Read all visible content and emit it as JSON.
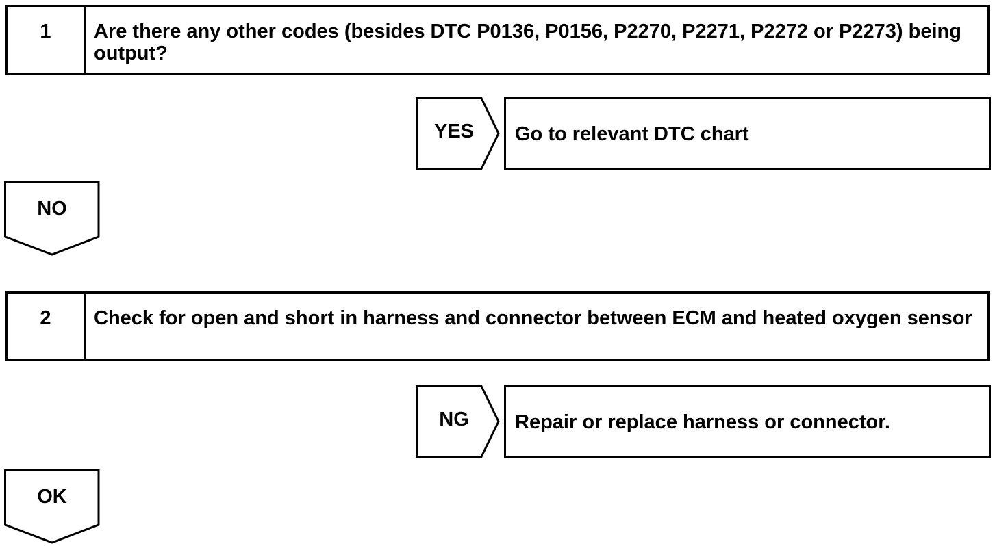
{
  "steps": [
    {
      "number": "1",
      "text": "Are there any other codes (besides DTC P0136, P0156, P2270, P2271, P2272 or P2273) being output?",
      "branch_label": "YES",
      "branch_result": "Go to relevant DTC chart",
      "continue_label": "NO"
    },
    {
      "number": "2",
      "text": "Check for open and short in harness and connector between ECM and heated oxygen sensor",
      "branch_label": "NG",
      "branch_result": "Repair or replace harness or connector.",
      "continue_label": "OK"
    }
  ]
}
